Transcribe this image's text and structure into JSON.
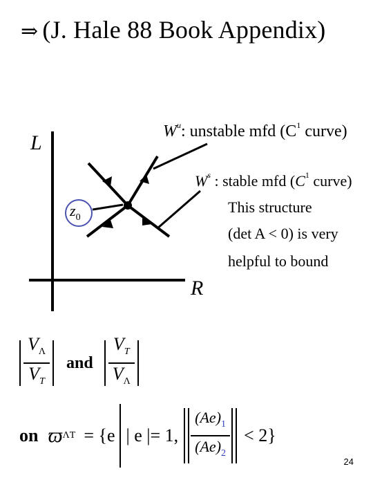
{
  "title": {
    "arrow": "⇒",
    "text": "(J. Hale 88 Book Appendix)"
  },
  "diagram": {
    "axis_y_label": "L",
    "axis_x_label": "R",
    "point_label": "z",
    "point_label_sub": "0",
    "unstable": {
      "symbol": "W",
      "sup": "u",
      "text": ": unstable mfd  (C",
      "sup2": "1",
      "text2": " curve)"
    },
    "stable": {
      "symbol": "W",
      "sup": "s",
      "text": " :  stable mfd  (",
      "c": "C",
      "sup2": "1",
      "text2": " curve)"
    },
    "note_lines": [
      "This structure",
      "(det A < 0) is very",
      "helpful to bound"
    ]
  },
  "formula1": {
    "frac1_num": "V",
    "frac1_num_sub": "Λ",
    "frac1_den": "V",
    "frac1_den_sub": "T",
    "and": "and",
    "frac2_num": "V",
    "frac2_num_sub": "T",
    "frac2_den": "V",
    "frac2_den_sub": "Λ"
  },
  "formula2": {
    "on": "on",
    "varpi": "ϖ",
    "varpi_sub": "ΛT",
    "set_open": "= {e",
    "cond": "| e |= 1,",
    "num": "(Ae)",
    "num_sub": "1",
    "den": "(Ae)",
    "den_sub": "2",
    "tail": "< 2}"
  },
  "page_number": "24",
  "colors": {
    "accent_blue": "#3040c0"
  }
}
